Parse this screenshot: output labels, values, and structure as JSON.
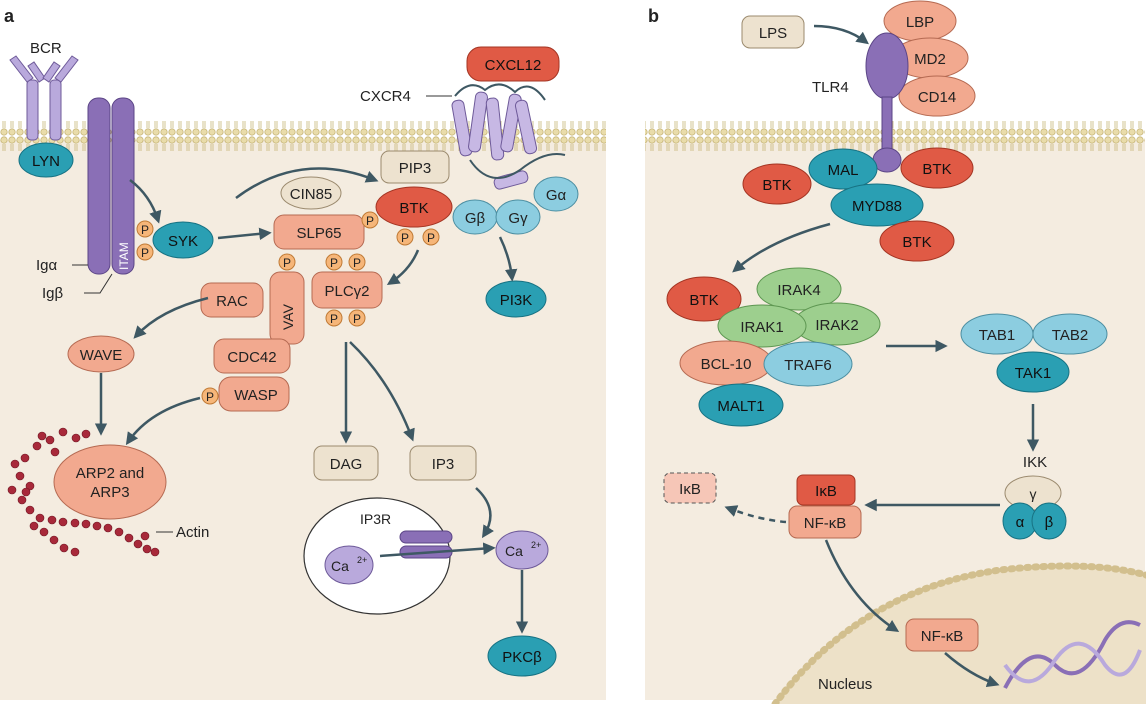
{
  "panels": {
    "a": "a",
    "b": "b"
  },
  "panel_a": {
    "bcr": "BCR",
    "lyn": "LYN",
    "itam": "ITAM",
    "ig_alpha": "Igα",
    "ig_beta": "Igβ",
    "syk": "SYK",
    "cin85": "CIN85",
    "slp65": "SLP65",
    "pip3": "PIP3",
    "btk": "BTK",
    "cxcr4": "CXCR4",
    "cxcl12": "CXCL12",
    "g_alpha": "Gα",
    "g_beta": "Gβ",
    "g_gamma": "Gγ",
    "pi3k": "PI3K",
    "rac": "RAC",
    "vav": "VAV",
    "plcg2": "PLCγ2",
    "wave": "WAVE",
    "cdc42": "CDC42",
    "wasp": "WASP",
    "arp_line1": "ARP2 and",
    "arp_line2": "ARP3",
    "actin": "Actin",
    "dag": "DAG",
    "ip3": "IP3",
    "ip3r": "IP3R",
    "ca_base": "Ca",
    "ca_sup": "2+",
    "pkcb": "PKCβ",
    "p": "P"
  },
  "panel_b": {
    "lps": "LPS",
    "tlr4": "TLR4",
    "lbp": "LBP",
    "md2": "MD2",
    "cd14": "CD14",
    "btk": "BTK",
    "mal": "MAL",
    "myd88": "MYD88",
    "irak4": "IRAK4",
    "irak1": "IRAK1",
    "irak2": "IRAK2",
    "bcl10": "BCL-10",
    "traf6": "TRAF6",
    "malt1": "MALT1",
    "tab1": "TAB1",
    "tab2": "TAB2",
    "tak1": "TAK1",
    "ikk": "IKK",
    "ikk_gamma": "γ",
    "ikk_alpha": "α",
    "ikk_beta": "β",
    "ikb": "IκB",
    "nfkb": "NF-κB",
    "ikb_free": "IκB",
    "nfkb_nuc": "NF-κB",
    "nucleus": "Nucleus"
  },
  "colors": {
    "cell_bg": "#f4ece0",
    "salmon": "#f2a98f",
    "red": "#e05a45",
    "teal": "#2a9fb3",
    "light_blue": "#8ccde0",
    "purple": "#8a6fb6",
    "lavender": "#b9a9dc",
    "green": "#9dcf8e",
    "beige": "#ede2cf",
    "p_orange": "#f6b679",
    "actin": "#a8293a",
    "arrow": "#3e5863"
  }
}
